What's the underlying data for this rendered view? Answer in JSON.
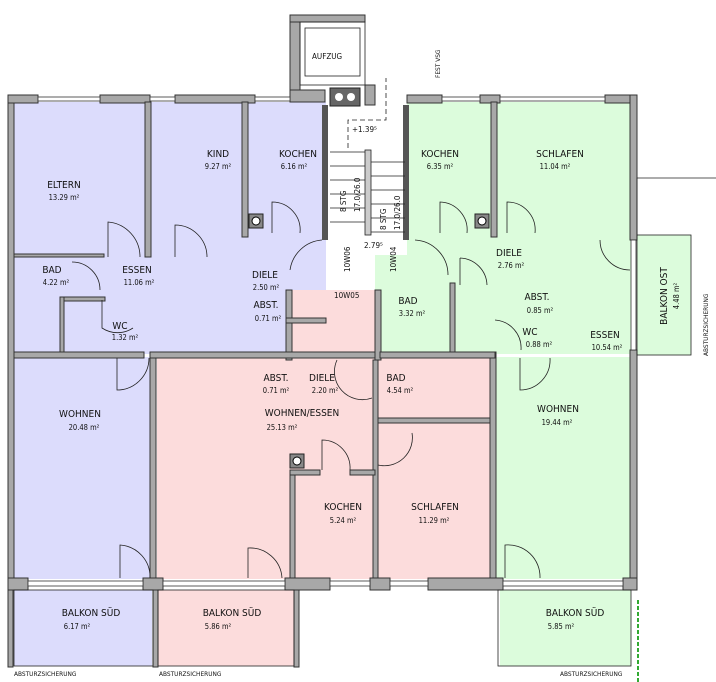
{
  "colors": {
    "apartment_west": "#dcdcfc",
    "apartment_south": "#fcdcdc",
    "apartment_east": "#dcfcdc",
    "wall": "#a8a8a8"
  },
  "rooms": [
    {
      "name": "ELTERN",
      "area": "13.29 m²"
    },
    {
      "name": "KIND",
      "area": "9.27 m²"
    },
    {
      "name": "KOCHEN",
      "area": "6.16 m²"
    },
    {
      "name": "BAD",
      "area": "4.22 m²"
    },
    {
      "name": "ESSEN",
      "area": "11.06 m²"
    },
    {
      "name": "DIELE",
      "area": "2.50 m²"
    },
    {
      "name": "ABST.",
      "area": "0.71 m²"
    },
    {
      "name": "WC",
      "area": "1.32 m²"
    },
    {
      "name": "WOHNEN",
      "area": "20.48 m²"
    },
    {
      "name": "KOCHEN",
      "area": "6.35 m²"
    },
    {
      "name": "SCHLAFEN",
      "area": "11.04 m²"
    },
    {
      "name": "DIELE",
      "area": "2.76 m²"
    },
    {
      "name": "BAD",
      "area": "3.32 m²"
    },
    {
      "name": "ABST.",
      "area": "0.85 m²"
    },
    {
      "name": "WC",
      "area": "0.88 m²"
    },
    {
      "name": "ESSEN",
      "area": "10.54 m²"
    },
    {
      "name": "BALKON OST",
      "area": "4.48 m²"
    },
    {
      "name": "WOHNEN",
      "area": "19.44 m²"
    },
    {
      "name": "ABST.",
      "area": "0.71 m²"
    },
    {
      "name": "DIELE",
      "area": "2.20 m²"
    },
    {
      "name": "BAD",
      "area": "4.54 m²"
    },
    {
      "name": "WOHNEN/ESSEN",
      "area": "25.13 m²"
    },
    {
      "name": "KOCHEN",
      "area": "5.24 m²"
    },
    {
      "name": "SCHLAFEN",
      "area": "11.29 m²"
    },
    {
      "name": "BALKON SÜD",
      "area": "6.17 m²"
    },
    {
      "name": "BALKON SÜD",
      "area": "5.86 m²"
    },
    {
      "name": "BALKON SÜD",
      "area": "5.85 m²"
    }
  ],
  "annotations": {
    "elevator": "AUFZUG",
    "fixed_glazing": "FEST VSG",
    "level_upper": "+1.39⁵",
    "level_lower": "2.79⁵",
    "stair_left_steps": "8 STG",
    "stair_left_ratio": "17.0/26.0",
    "stair_right_steps": "8 STG",
    "stair_right_ratio": "17.0/26.0",
    "door_w06": "10W06",
    "door_w04": "10W04",
    "door_w05": "10W05",
    "fall_protection": "ABSTURZSICHERUNG"
  }
}
